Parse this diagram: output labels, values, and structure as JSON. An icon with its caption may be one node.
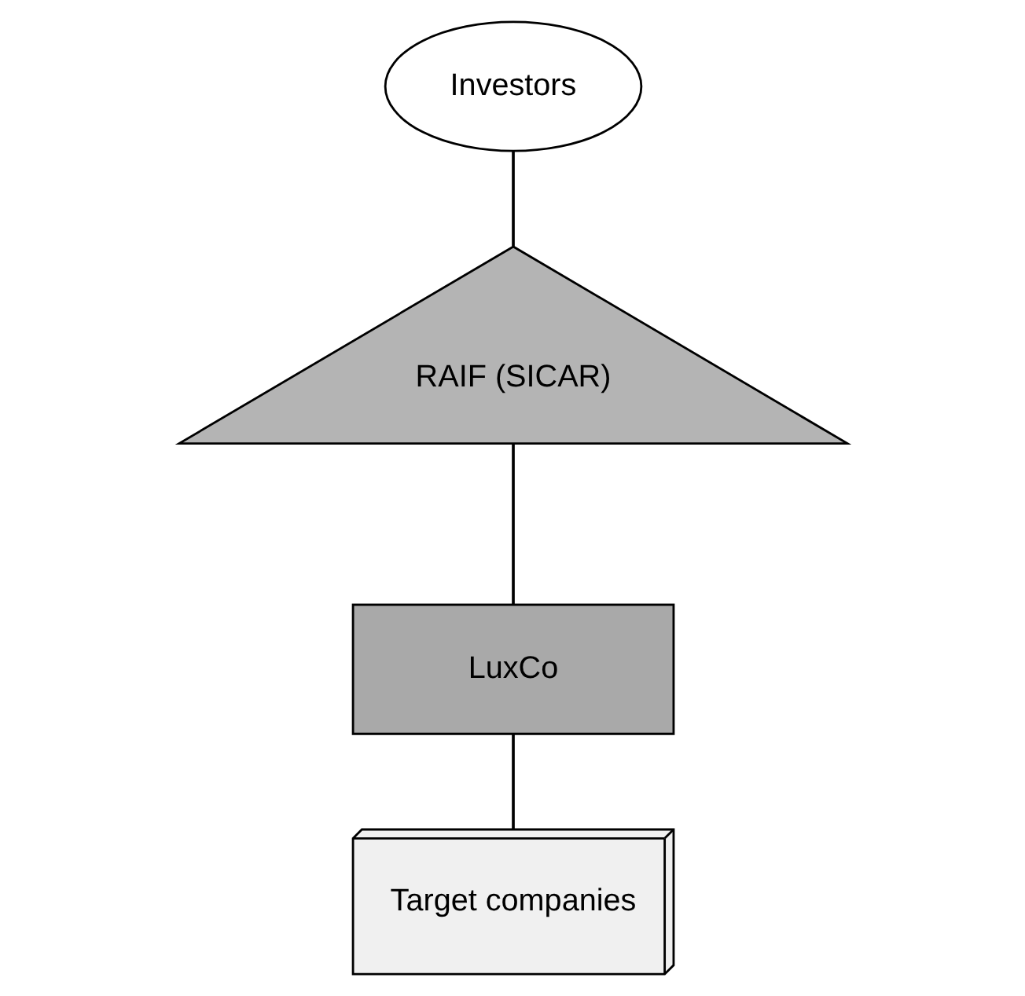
{
  "diagram": {
    "nodes": [
      {
        "text": [
          "Investors"
        ]
      },
      {
        "text": [
          "RAIF (SICAR)"
        ]
      },
      {
        "text": [
          "LuxCo"
        ]
      },
      {
        "text": [
          "Target companies"
        ]
      }
    ],
    "edges": [
      {
        "from": 0,
        "to": 1,
        "arrow": "none"
      },
      {
        "from": 1,
        "to": 2,
        "arrow": "none"
      },
      {
        "from": 2,
        "to": 3,
        "arrow": "none"
      }
    ]
  }
}
